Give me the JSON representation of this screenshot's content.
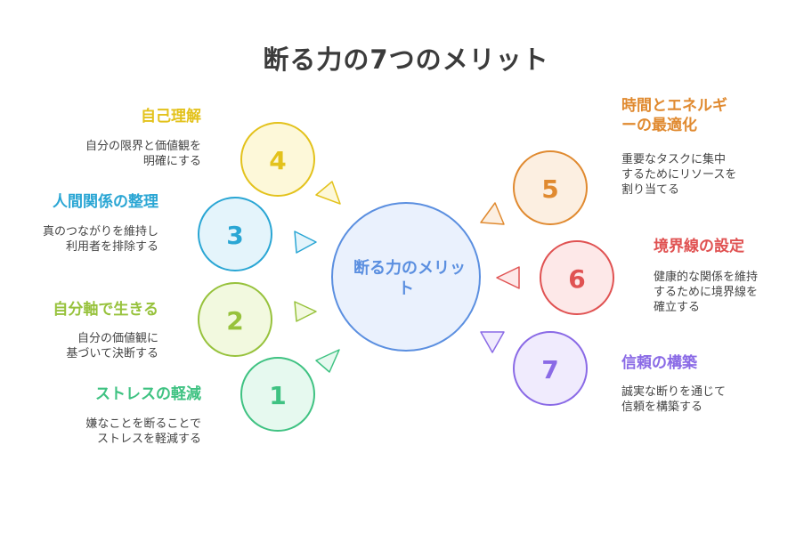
{
  "title": "断る力の7つのメリット",
  "center": {
    "line1": "断る力のメリッ",
    "line2": "ト",
    "color": "#5b8fe0",
    "fill": "#eaf1fd"
  },
  "items": [
    {
      "number": "1",
      "title": "ストレスの軽減",
      "desc1": "嫌なことを断ることで",
      "desc2": "ストレスを軽減する",
      "color": "#3fc282",
      "fill": "#e6f9ef"
    },
    {
      "number": "2",
      "title": "自分軸で生きる",
      "desc1": "自分の価値観に",
      "desc2": "基づいて決断する",
      "color": "#97c23c",
      "fill": "#f2f9df"
    },
    {
      "number": "3",
      "title": "人間関係の整理",
      "desc1": "真のつながりを維持し",
      "desc2": "利用者を排除する",
      "color": "#2aa6d4",
      "fill": "#e4f4fb"
    },
    {
      "number": "4",
      "title": "自己理解",
      "desc1": "自分の限界と価値観を",
      "desc2": "明確にする",
      "color": "#e3c21c",
      "fill": "#fdf8d9"
    },
    {
      "number": "5",
      "title1": "時間とエネルギ",
      "title2": "ーの最適化",
      "desc1": "重要なタスクに集中",
      "desc2": "するためにリソースを",
      "desc3": "割り当てる",
      "color": "#e08a30",
      "fill": "#fcefe1"
    },
    {
      "number": "6",
      "title": "境界線の設定",
      "desc1": "健康的な関係を維持",
      "desc2": "するために境界線を",
      "desc3": "確立する",
      "color": "#e05252",
      "fill": "#fde8e8"
    },
    {
      "number": "7",
      "title": "信頼の構築",
      "desc1": "誠実な断りを通じて",
      "desc2": "信頼を構築する",
      "color": "#8a6ae6",
      "fill": "#f0ebfd"
    }
  ]
}
